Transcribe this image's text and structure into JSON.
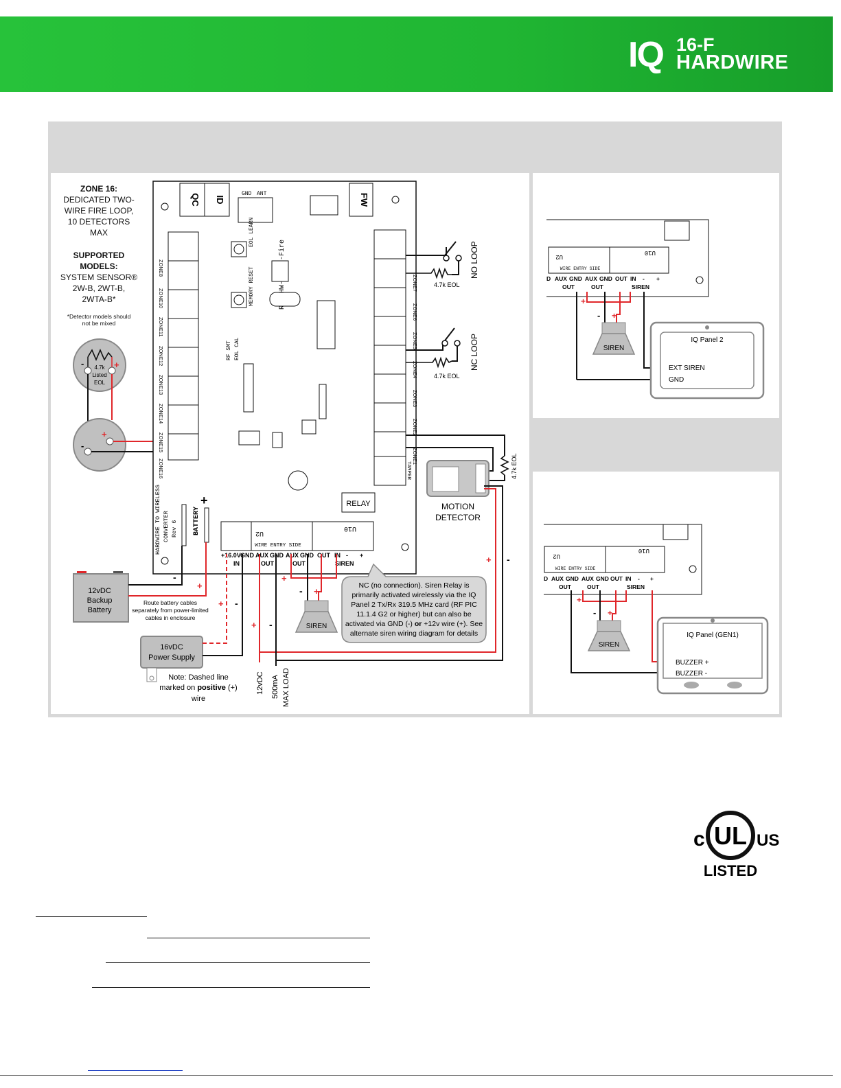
{
  "header": {
    "logo_main": "IQ",
    "logo_line1": "16-F",
    "logo_line2": "HARDWIRE",
    "bg_color": "#22b836"
  },
  "zone16": {
    "title": "ZONE 16:",
    "lines": [
      "DEDICATED TWO-",
      "WIRE FIRE LOOP,",
      "10 DETECTORS",
      "MAX"
    ],
    "supported_title": [
      "SUPPORTED",
      "MODELS:"
    ],
    "models": [
      "SYSTEM SENSOR®",
      "2W-B, 2WT-B,",
      "2WTA-B*"
    ],
    "footnote": [
      "*Detector models should",
      "not be mixed"
    ],
    "eol": [
      "4.7k",
      "Listed",
      "EOL"
    ]
  },
  "board": {
    "qc": "QC",
    "id": "ID",
    "fw": "FW",
    "gnd": "GND",
    "ant": "ANT",
    "model": "RF-CHW-ITI-S-Fire",
    "eol_learn": "EOL LEARN",
    "memory_reset": "MEMORY RESET",
    "rf_smt": "RF SMT",
    "eol_cal": "EOL CAL",
    "u2": "U2",
    "u10": "U10",
    "wire_entry": "WIRE ENTRY SIDE",
    "relay": "RELAY",
    "battery": "BATTERY",
    "converter": [
      "HARDWIRE TO WIRELESS",
      "CONVERTER",
      "Rev 6"
    ],
    "tamper": "TAMPER",
    "left_zones": [
      "ZONE8",
      "ZONE10",
      "ZONE11",
      "ZONE12",
      "ZONE13",
      "ZONE14",
      "ZONE15",
      "ZONE16"
    ],
    "right_zones": [
      "ZONE7",
      "ZONE6",
      "ZONE5",
      "ZONE4",
      "ZONE3",
      "ZONE2",
      "ZONE1"
    ],
    "terminals": [
      "+16.0V",
      "GND",
      "AUX",
      "GND",
      "AUX",
      "GND",
      "OUT",
      "IN",
      "-",
      "+"
    ],
    "terminal_sub": [
      "IN",
      "OUT",
      "OUT",
      "SIREN"
    ]
  },
  "labels": {
    "no_loop": "NO LOOP",
    "nc_loop": "NC LOOP",
    "eol": "4.7k EOL",
    "motion": [
      "MOTION",
      "DETECTOR"
    ],
    "siren": "SIREN",
    "battery": [
      "12vDC",
      "Backup",
      "Battery"
    ],
    "battery_note": [
      "Route battery cables",
      "separately from power-limited",
      "cables in enclosure"
    ],
    "power_supply": [
      "16vDC",
      "Power Supply"
    ],
    "dashed_note": [
      "Note:  Dashed line",
      "marked on ",
      "positive",
      " (+)",
      "wire"
    ],
    "v12": "12vDC",
    "ma500": [
      "500mA",
      "MAX LOAD"
    ],
    "plus": "+",
    "minus": "-",
    "callout": [
      "NC (no connection).  Siren Relay is",
      "primarily activated wirelessly via the IQ",
      "Panel 2 Tx/Rx 319.5 MHz card (RF PIC",
      "11.1.4 G2 or higher) but can also be",
      "activated via GND (-) ",
      "or",
      " +12v wire (+).  See",
      "alternate siren wiring diagram for details"
    ]
  },
  "alt1": {
    "panel": "IQ Panel 2",
    "ext_siren": "EXT SIREN",
    "gnd": "GND",
    "siren": "SIREN",
    "terms": [
      "D",
      "AUX",
      "GND",
      "AUX",
      "GND",
      "OUT",
      "IN",
      "-",
      "+"
    ],
    "subs": [
      "OUT",
      "OUT",
      "SIREN"
    ]
  },
  "alt2": {
    "panel": "IQ Panel (GEN1)",
    "buzzer_plus": "BUZZER +",
    "buzzer_minus": "BUZZER -",
    "siren": "SIREN",
    "terms": [
      "D",
      "AUX",
      "GND",
      "AUX",
      "GND",
      "OUT",
      "IN",
      "-",
      "+"
    ],
    "subs": [
      "OUT",
      "OUT",
      "SIREN"
    ]
  },
  "ul": {
    "c": "c",
    "ul": "UL",
    "us": "US",
    "listed": "LISTED"
  },
  "colors": {
    "wire_red": "#e0262a",
    "wire_black": "#111111",
    "gray_panel": "#d8d8d8",
    "device_gray": "#b3b3b3"
  }
}
